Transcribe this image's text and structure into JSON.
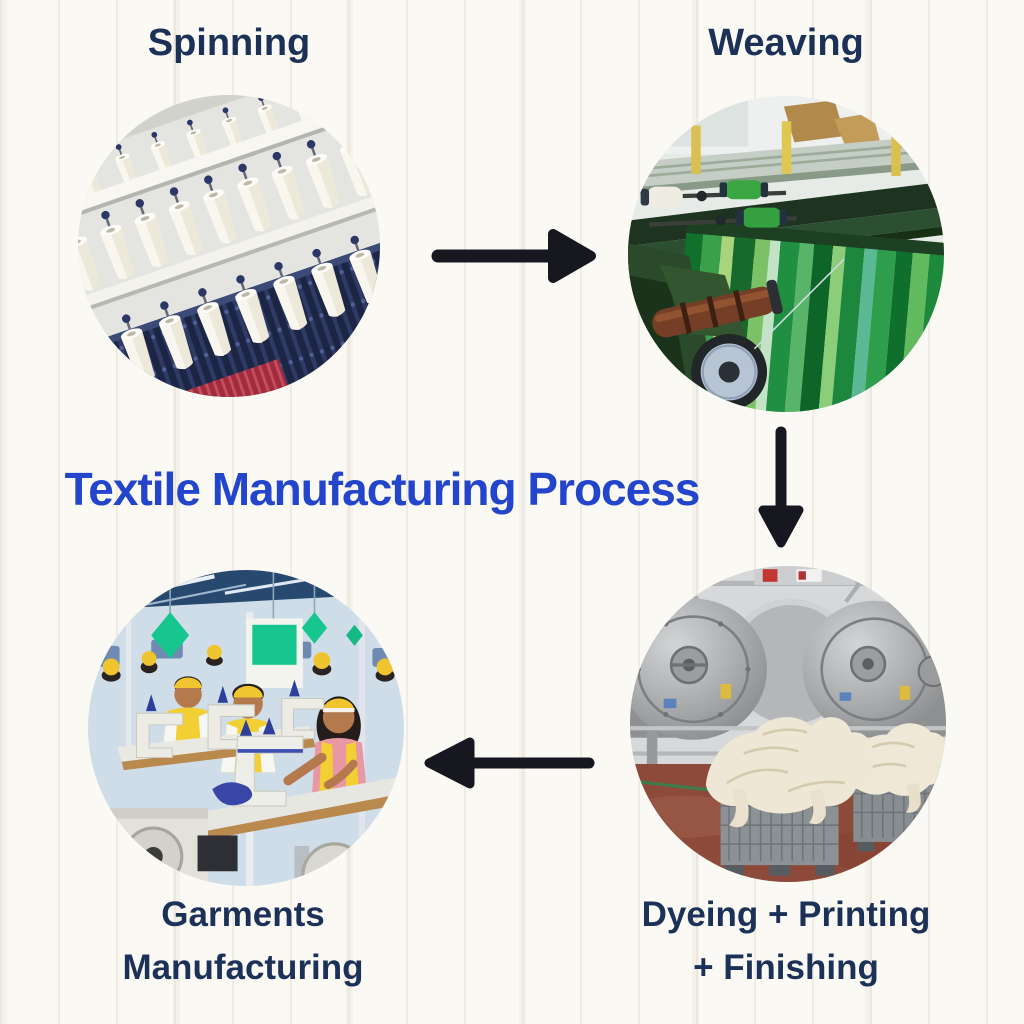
{
  "title": {
    "text": "Textile Manufacturing Process",
    "color": "#2245cc"
  },
  "colors": {
    "label_navy": "#1b3158",
    "arrow_black": "#17171f",
    "background": "#fbf9f4",
    "sign_green": "#16c68e",
    "fabric_green": "#2f9e4c",
    "cap_yellow": "#f0c52f",
    "floor_brown": "#8d4a3b"
  },
  "nodes": {
    "spinning": {
      "label": "Spinning",
      "photo": "spinning-frame-with-yarn-cones"
    },
    "weaving": {
      "label": "Weaving",
      "photo": "loom-with-green-striped-fabric"
    },
    "dyeing": {
      "line1": "Dyeing + Printing",
      "line2": "+ Finishing",
      "photo": "dyeing-machines-with-fabric-crates"
    },
    "garments": {
      "line1": "Garments",
      "line2": "Manufacturing",
      "photo": "sewing-factory-with-workers"
    }
  },
  "arrows": [
    {
      "name": "arrow-spinning-to-weaving",
      "direction": "right"
    },
    {
      "name": "arrow-weaving-to-dyeing",
      "direction": "down"
    },
    {
      "name": "arrow-dyeing-to-garments",
      "direction": "left"
    }
  ]
}
